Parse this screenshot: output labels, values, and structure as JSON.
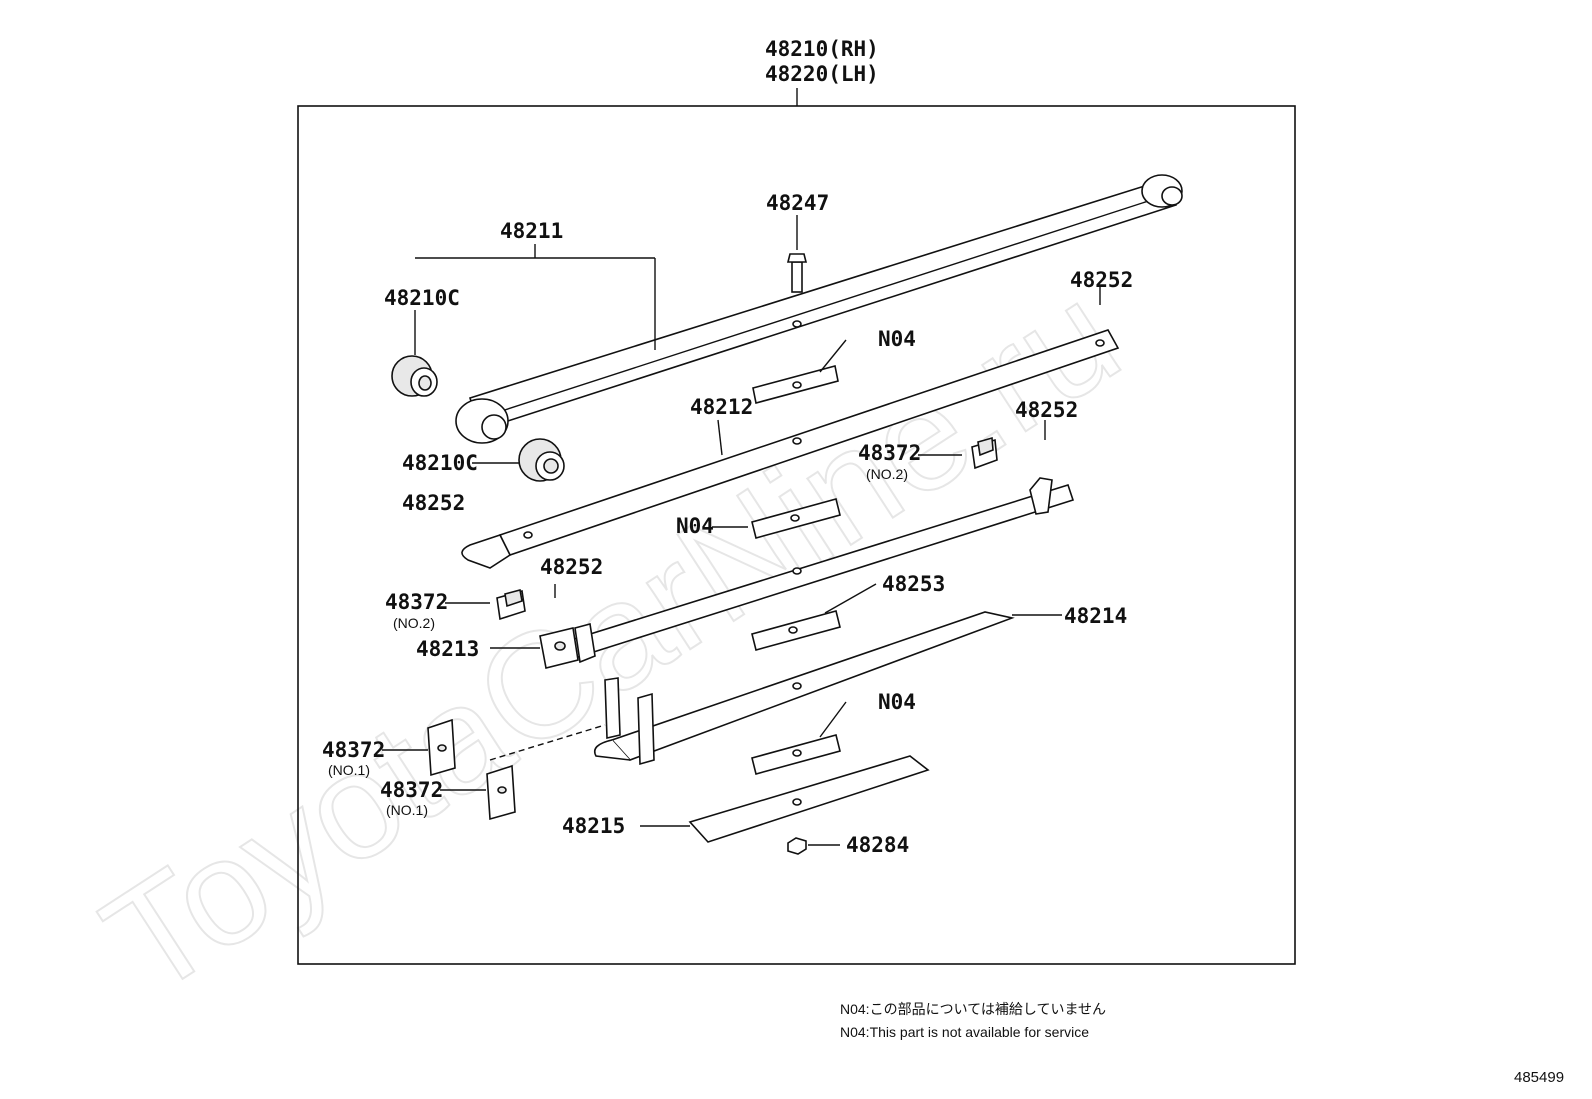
{
  "assembly": {
    "label_rh": "48210(RH)",
    "label_lh": "48220(LH)"
  },
  "callouts": {
    "c48211": "48211",
    "c48210c_top": "48210C",
    "c48210c_bottom": "48210C",
    "c48247": "48247",
    "c48252_a": "48252",
    "c48252_b": "48252",
    "c48252_c": "48252",
    "c48252_d": "48252",
    "n04_a": "N04",
    "n04_b": "N04",
    "n04_c": "N04",
    "c48212": "48212",
    "c48372_no2_a": "48372",
    "c48372_no2_a_sub": "(NO.2)",
    "c48372_no2_b": "48372",
    "c48372_no2_b_sub": "(NO.2)",
    "c48213": "48213",
    "c48253": "48253",
    "c48214": "48214",
    "c48372_no1_a": "48372",
    "c48372_no1_a_sub": "(NO.1)",
    "c48372_no1_b": "48372",
    "c48372_no1_b_sub": "(NO.1)",
    "c48215": "48215",
    "c48284": "48284"
  },
  "notes": {
    "jp": "N04:この部品については補給していません",
    "en": "N04:This part is not available for service"
  },
  "watermark": "ToyotaCarNine.ru",
  "diagram_id": "485499"
}
